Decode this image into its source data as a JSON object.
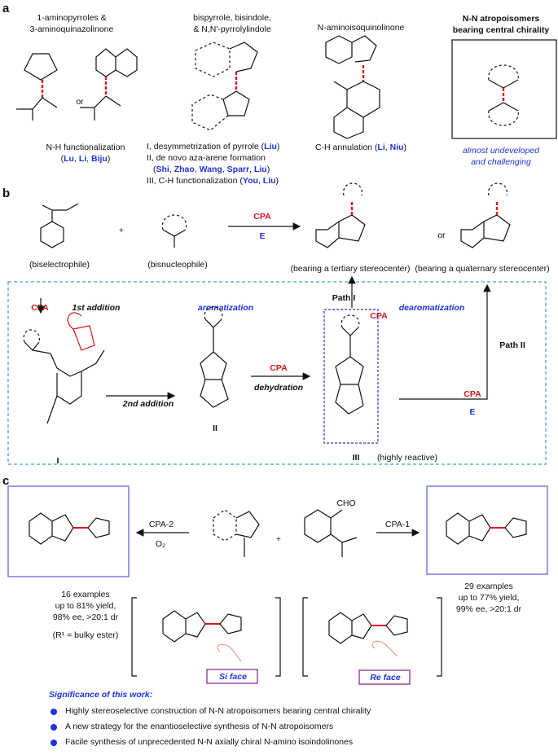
{
  "panel_a": {
    "label": "a",
    "col1": {
      "title_l1": "1-aminopyrroles &",
      "title_l2": "3-aminoquinazolinone",
      "or": "or",
      "desc": "N-H functionalization",
      "authors": [
        "Lu",
        "Li",
        "Biju"
      ]
    },
    "col2": {
      "title_l1": "bispyrrole, bisindole,",
      "title_l2": "& N,N'-pyrrolylindole",
      "items": [
        {
          "prefix": "I, desymmetrization of pyrrole (",
          "authors": [
            "Liu"
          ]
        },
        {
          "prefix": "II, de novo aza-arene formation",
          "authors": []
        },
        {
          "prefix": "(",
          "authors": [
            "Shi",
            "Zhao",
            "Wang",
            "Sparr",
            "Liu"
          ]
        },
        {
          "prefix": "III, C-H functionalization (",
          "authors": [
            "You",
            "Liu"
          ]
        }
      ]
    },
    "col3": {
      "title": "N-aminoisoquinolinone",
      "desc": "C-H annulation (",
      "authors": [
        "Li",
        "Niu"
      ]
    },
    "col4": {
      "title_l1": "N-N atropoisomers",
      "title_l2": "bearing central chirality",
      "note_l1": "almost undeveloped",
      "note_l2": "and challenging"
    }
  },
  "panel_b": {
    "label": "b",
    "bis_electrophile": "(biselectrophile)",
    "bis_nucleophile": "(bisnucleophile)",
    "plus": "+",
    "cpa": "CPA",
    "e": "E",
    "or": "or",
    "tertiary": "(bearing a tertiary stereocenter)",
    "quaternary": "(bearing a quaternary stereocenter)",
    "first_addition": "1st addition",
    "second_addition": "2nd addition",
    "aromatization": "aromatization",
    "dearomatization": "dearomatization",
    "dehydration": "dehydration",
    "path1": "Path I",
    "path2": "Path II",
    "int1": "I",
    "int2": "II",
    "int3": "III",
    "highly_reactive": "(highly reactive)"
  },
  "panel_c": {
    "label": "c",
    "cpa2": "CPA-2",
    "o2": "O₂",
    "cpa1": "CPA-1",
    "plus": "+",
    "cho": "CHO",
    "left_result": [
      "16 examples",
      "up to 81% yield,",
      "98% ee, >20:1 dr"
    ],
    "left_note": "(R¹ = bulky ester)",
    "right_result": [
      "29 examples",
      "up to 77% yield,",
      "99% ee, >20:1 dr"
    ],
    "si_face": "Si face",
    "re_face": "Re face"
  },
  "significance": {
    "title": "Significance of this work:",
    "items": [
      "Highly stereoselective construction of N-N atropoisomers bearing central chirality",
      "A new strategy for the enantioselective synthesis of N-N atropoisomers",
      "Facile synthesis of unprecedented N-N axially chiral N-amino isoindolinones"
    ]
  },
  "colors": {
    "blue": "#1d33e0",
    "red": "#e0141c",
    "salmon": "#f29a86",
    "box": "#7a7ae0",
    "purple": "#8a2a9a"
  }
}
